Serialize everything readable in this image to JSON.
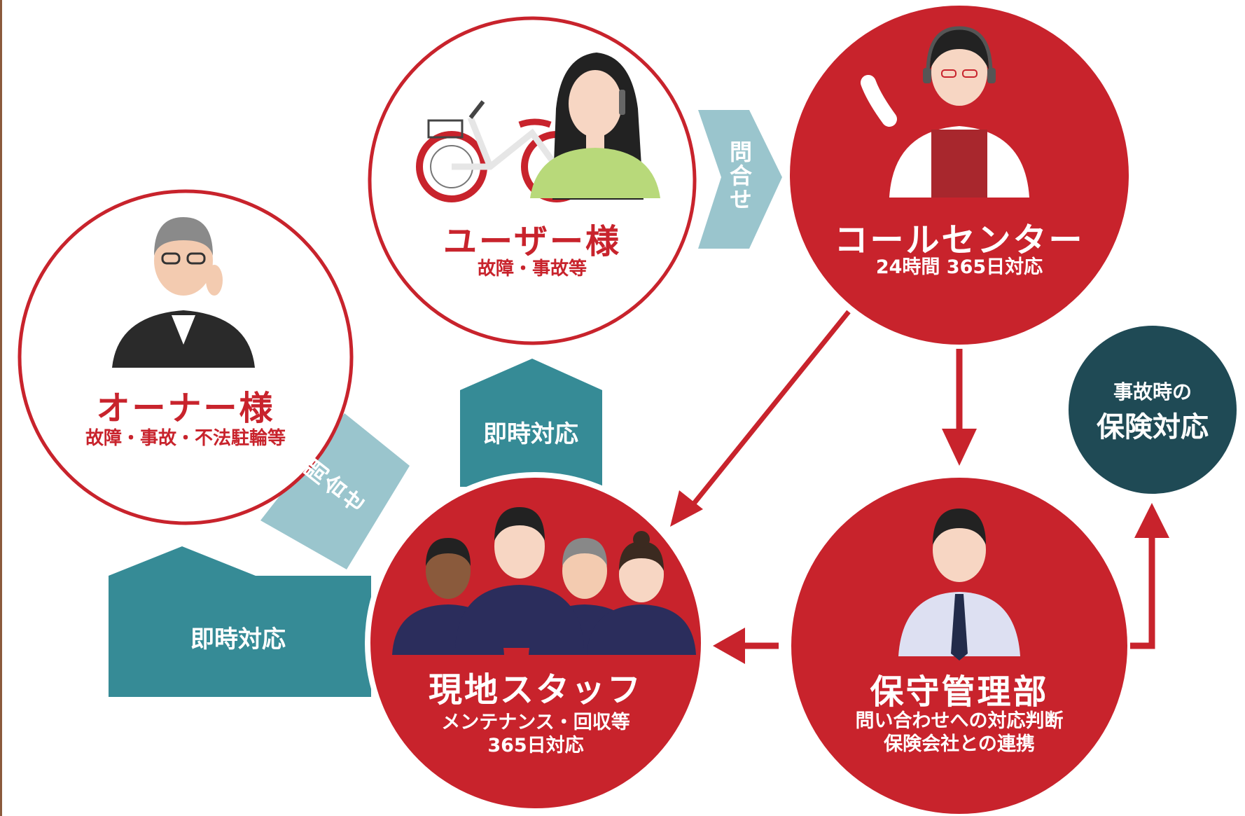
{
  "colors": {
    "red": "#c8232c",
    "teal": "#368b96",
    "light_teal": "#9ac5cd",
    "dark_teal": "#1f4a55"
  },
  "nodes": {
    "user": {
      "title": "ユーザー様",
      "sub": "故障・事故等",
      "icons": [
        "bicycle-icon",
        "woman-on-phone-icon"
      ]
    },
    "owner": {
      "title": "オーナー様",
      "sub": "故障・事故・不法駐輪等",
      "icons": [
        "man-on-phone-icon"
      ]
    },
    "call_center": {
      "title": "コールセンター",
      "sub": "24時間 365日対応",
      "icons": [
        "operator-with-headset-icon"
      ]
    },
    "local_staff": {
      "title": "現地スタッフ",
      "sub_lines": [
        "メンテナンス・回収等",
        "365日対応"
      ],
      "icons": [
        "staff-group-icon"
      ]
    },
    "maintenance": {
      "title": "保守管理部",
      "sub_lines": [
        "問い合わせへの対応判断",
        "保険会社との連携"
      ],
      "icons": [
        "manager-icon"
      ]
    },
    "insurance": {
      "lines": [
        "事故時の",
        "保険対応"
      ]
    }
  },
  "arrows": {
    "inquiry_user": "問合せ",
    "inquiry_owner": "問合せ",
    "immediate_user": "即時対応",
    "immediate_owner": "即時対応"
  }
}
